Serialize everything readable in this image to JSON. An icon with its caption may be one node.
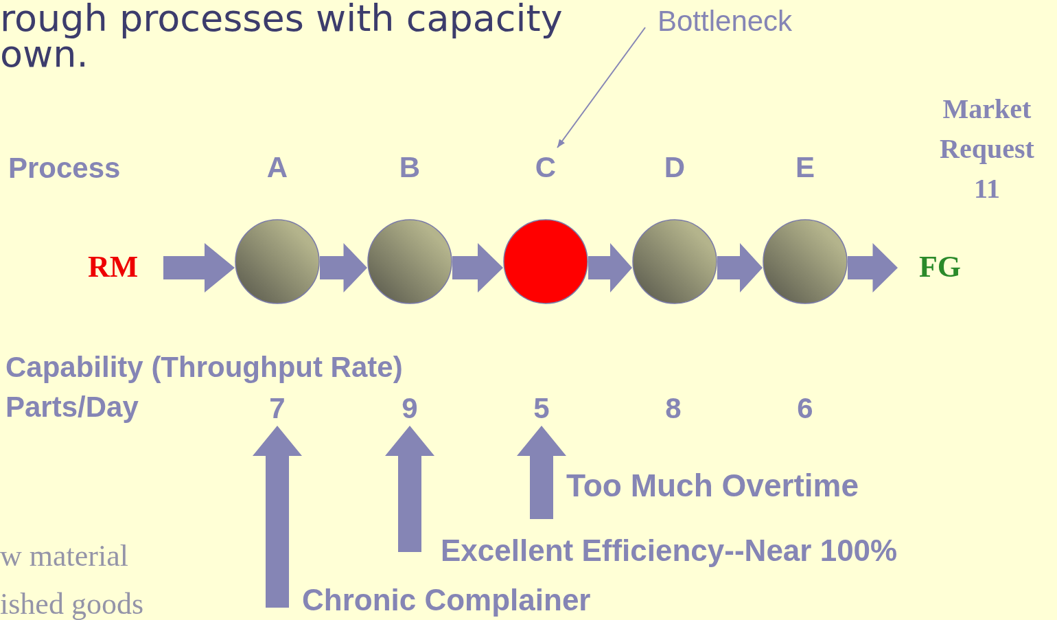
{
  "diagram": {
    "nodes": [
      {
        "text": [
          "RM"
        ]
      },
      {
        "text": [
          "A"
        ]
      },
      {
        "text": [
          "B"
        ]
      },
      {
        "text": [
          "C"
        ]
      },
      {
        "text": [
          "D"
        ]
      },
      {
        "text": [
          "E"
        ]
      },
      {
        "text": [
          "FG"
        ]
      },
      {
        "text": [
          "7"
        ]
      },
      {
        "text": [
          "9"
        ]
      },
      {
        "text": [
          "5"
        ]
      },
      {
        "text": [
          "8"
        ]
      },
      {
        "text": [
          "6"
        ]
      },
      {
        "text": [
          "Bottleneck"
        ]
      },
      {
        "text": [
          "Too Much Overtime"
        ]
      },
      {
        "text": [
          "Excellent Efficiency--Near 100%"
        ]
      },
      {
        "text": [
          "Chronic Complainer"
        ]
      }
    ],
    "edges": [
      {
        "from": 0,
        "to": 1,
        "arrow": "to"
      },
      {
        "from": 1,
        "to": 2,
        "arrow": "to"
      },
      {
        "from": 2,
        "to": 3,
        "arrow": "to"
      },
      {
        "from": 3,
        "to": 4,
        "arrow": "to"
      },
      {
        "from": 4,
        "to": 5,
        "arrow": "to"
      },
      {
        "from": 5,
        "to": 6,
        "arrow": "to"
      },
      {
        "from": 12,
        "to": 3,
        "arrow": "to"
      },
      {
        "from": 13,
        "to": 9,
        "arrow": "to"
      },
      {
        "from": 14,
        "to": 8,
        "arrow": "to"
      },
      {
        "from": 15,
        "to": 7,
        "arrow": "to"
      }
    ],
    "labels": [
      "rough processes with capacity",
      "own.",
      "Process",
      "Market Request 11",
      "Capability (Throughput Rate)",
      "Parts/Day",
      "w material",
      "ished goods"
    ]
  }
}
